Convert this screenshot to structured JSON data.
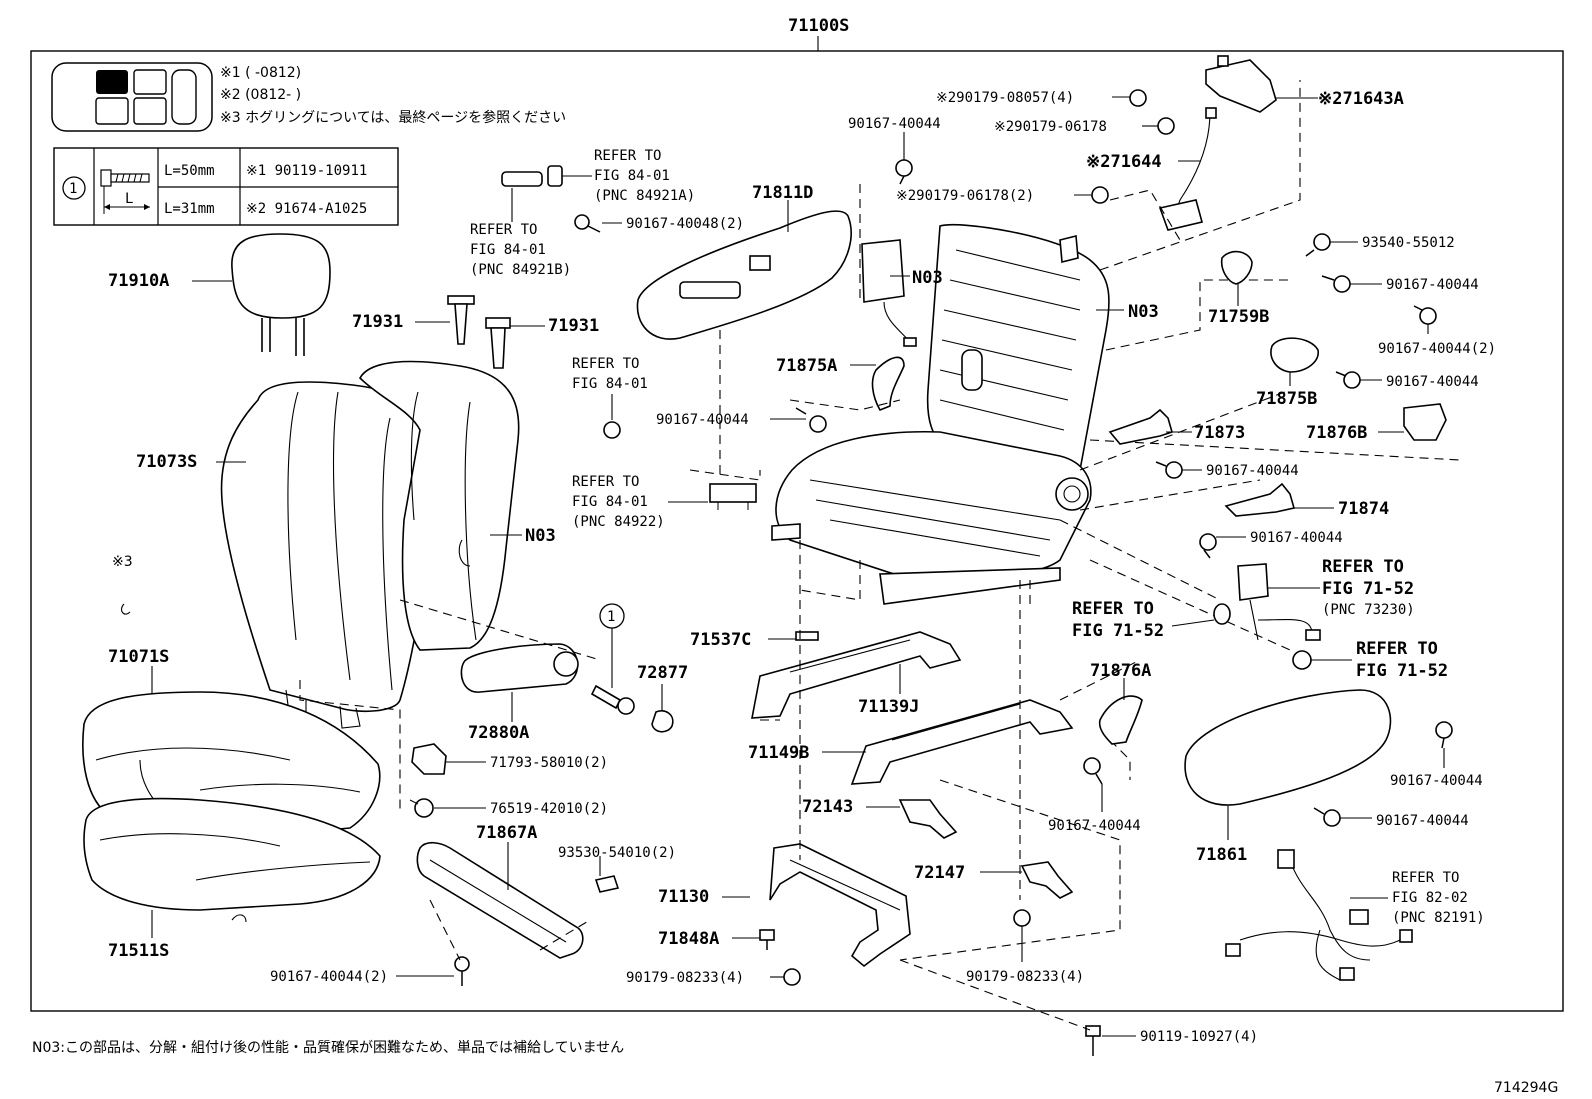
{
  "top_assembly": "71100S",
  "legend": {
    "note1": "※1 (    -0812)",
    "note2": "※2 (0812-     )",
    "note3": "※3  ホグリングについては、最終ページを参照ください"
  },
  "bolt_table": {
    "circle": "1",
    "dim_label": "L",
    "row1_length": "L=50mm",
    "row1_part": "※1 90119-10911",
    "row2_length": "L=31mm",
    "row2_part": "※2 91674-A1025"
  },
  "labels": {
    "p71910A": "71910A",
    "p71931a": "71931",
    "p71931b": "71931",
    "p71073S": "71073S",
    "pN03a": "N03",
    "pNote3": "※3",
    "p71071S": "71071S",
    "p71511S": "71511S",
    "p72880A": "72880A",
    "p72877": "72877",
    "circle1": "1",
    "p71793": "71793-58010(2)",
    "p76519": "76519-42010(2)",
    "p71867A": "71867A",
    "p93530": "93530-54010(2)",
    "p90167_40044_2": "90167-40044(2)",
    "ref1_a": "REFER TO",
    "ref1_b": "FIG 84-01",
    "ref1_c": "(PNC 84921A)",
    "ref2_a": "REFER TO",
    "ref2_b": "FIG 84-01",
    "ref2_c": "(PNC 84921B)",
    "p90167_40048": "90167-40048(2)",
    "p71811D": "71811D",
    "ref3_a": "REFER TO",
    "ref3_b": "FIG 84-01",
    "p90167_40044_a": "90167-40044",
    "ref4_a": "REFER TO",
    "ref4_b": "FIG 84-01",
    "ref4_c": "(PNC 84922)",
    "p71537C": "71537C",
    "p71139J": "71139J",
    "p71149B": "71149B",
    "p72143": "72143",
    "p71130": "71130",
    "p71848A": "71848A",
    "p90179_08233_a": "90179-08233(4)",
    "p90179_08233_b": "90179-08233(4)",
    "p72147": "72147",
    "p90119_10927": "90119-10927(4)",
    "p90167_40044_top": "90167-40044",
    "pN03b": "N03",
    "p71875A": "71875A",
    "pN03c": "N03",
    "p90179_08057": "※290179-08057(4)",
    "p90179_06178_a": "※290179-06178",
    "p90179_06178_b": "※290179-06178(2)",
    "p71644": "※271644",
    "p71643A": "※271643A",
    "p93540": "93540-55012",
    "p90167_40044_b": "90167-40044",
    "p90167_40044_c": "90167-40044(2)",
    "p71759B": "71759B",
    "p90167_40044_d": "90167-40044",
    "p71875B": "71875B",
    "p71876B": "71876B",
    "p71873": "71873",
    "p90167_40044_e": "90167-40044",
    "p71874": "71874",
    "p90167_40044_f": "90167-40044",
    "ref5_a": "REFER TO",
    "ref5_b": "FIG 71-52",
    "ref5_c": "(PNC 73230)",
    "ref6_a": "REFER TO",
    "ref6_b": "FIG 71-52",
    "ref7_a": "REFER TO",
    "ref7_b": "FIG 71-52",
    "p71876A": "71876A",
    "p90167_40044_g": "90167-40044",
    "p90167_40044_h": "90167-40044",
    "p90167_40044_i": "90167-40044",
    "p71861": "71861",
    "ref8_a": "REFER TO",
    "ref8_b": "FIG 82-02",
    "ref8_c": "(PNC 82191)"
  },
  "footer_note": "N03:この部品は、分解・組付け後の性能・品質確保が困難なため、単品では補給していません",
  "figure_code": "714294G"
}
